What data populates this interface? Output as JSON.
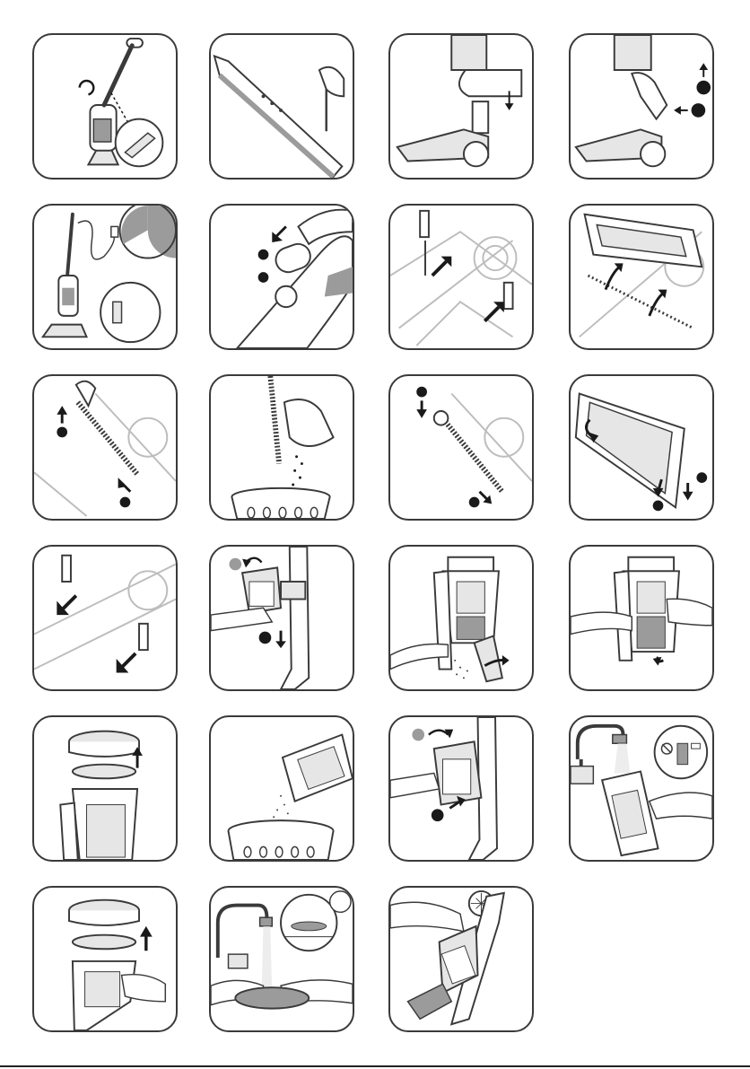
{
  "document": {
    "type": "instruction-illustrations",
    "colors": {
      "outline": "#3a3a3a",
      "fill_light": "#e6e6e6",
      "fill_mid": "#9b9b9b",
      "accent_dark": "#1a1a1a"
    }
  },
  "panels": [
    {
      "icon": "handle-attach-icon",
      "markers": 0
    },
    {
      "icon": "screw-tighten-icon",
      "markers": 0
    },
    {
      "icon": "handle-insert-down-icon",
      "markers": 0
    },
    {
      "icon": "handle-release-icon",
      "markers": 2
    },
    {
      "icon": "charging-clock-icon",
      "markers": 0
    },
    {
      "icon": "power-button-icon",
      "markers": 2
    },
    {
      "icon": "brush-cover-release-icon",
      "markers": 0
    },
    {
      "icon": "brush-cover-lift-icon",
      "markers": 0
    },
    {
      "icon": "brush-roll-remove-icon",
      "markers": 2
    },
    {
      "icon": "brush-roll-clean-icon",
      "markers": 0
    },
    {
      "icon": "brush-roll-insert-icon",
      "markers": 2
    },
    {
      "icon": "brush-cover-close-icon",
      "markers": 2
    },
    {
      "icon": "brush-cover-lock-icon",
      "markers": 0
    },
    {
      "icon": "dust-container-remove-icon",
      "markers": 2
    },
    {
      "icon": "dust-container-open-icon",
      "markers": 0
    },
    {
      "icon": "dust-container-close-icon",
      "markers": 0
    },
    {
      "icon": "filter-remove-icon",
      "markers": 0
    },
    {
      "icon": "dust-empty-bin-icon",
      "markers": 0
    },
    {
      "icon": "dust-container-insert-icon",
      "markers": 2
    },
    {
      "icon": "container-rinse-icon",
      "markers": 0
    },
    {
      "icon": "foam-filter-remove-icon",
      "markers": 0
    },
    {
      "icon": "foam-filter-wash-icon",
      "markers": 0
    },
    {
      "icon": "handheld-unit-icon",
      "markers": 0
    }
  ]
}
